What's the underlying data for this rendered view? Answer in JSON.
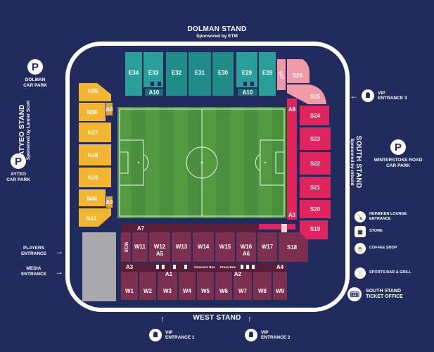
{
  "stands": {
    "dolman": {
      "title": "DOLMAN STAND",
      "sponsor": "Sponsored by ETM"
    },
    "atyeo": {
      "title": "ATYEO STAND",
      "sponsor": "Sponsored by Lancer Scott"
    },
    "south": {
      "title": "SOUTH STAND",
      "sponsor": "Sponsored by drbuild"
    },
    "west": {
      "title": "WEST STAND"
    }
  },
  "blocks": {
    "east": [
      "E34",
      "E33",
      "E32",
      "E31",
      "E30",
      "E29",
      "E28"
    ],
    "east_access": [
      "A10",
      "A10"
    ],
    "north": [
      "N35",
      "N36",
      "N37",
      "N38",
      "N39",
      "N40",
      "N41"
    ],
    "north_access": [
      "A8",
      "A9"
    ],
    "south": [
      "S27",
      "S26",
      "S25",
      "S24",
      "S23",
      "S22",
      "S21",
      "S20",
      "S19",
      "S18"
    ],
    "south_access": [
      "A8",
      "A3"
    ],
    "west_upper": [
      "W10",
      "W11",
      "W12",
      "W13",
      "W14",
      "W15",
      "W16",
      "W17"
    ],
    "west_upper_access": [
      "A7",
      "A5",
      "A6"
    ],
    "west_lower": [
      "W1",
      "W2",
      "W3",
      "W4",
      "W5",
      "W6",
      "W7",
      "W8",
      "W9"
    ],
    "west_concourse": [
      "A3",
      "A1",
      "A2",
      "A4"
    ],
    "west_concourse_labels": [
      "Directors Box",
      "Press Box"
    ]
  },
  "labels": {
    "dolman_car_park": [
      "DOLMAN",
      "CAR PARK"
    ],
    "atyeo_car_park": [
      "AYTEO",
      "CAR PARK"
    ],
    "winterstoke_car_park": [
      "WINTERSTOKE ROAD",
      "CAR PARK"
    ],
    "players_entrance": [
      "PLAYERS",
      "ENTRANCE"
    ],
    "media_entrance": [
      "MEDIA",
      "ENTRANCE"
    ],
    "vip_entrance_3": [
      "VIP",
      "ENTRANCE 3"
    ],
    "vip_entrance_1": [
      "VIP",
      "ENTRANCE 1"
    ],
    "vip_entrance_2": [
      "VIP",
      "ENTRANCE 2"
    ],
    "heineken_lounge": [
      "HEINEKEN LOUNGE",
      "ENTRANCE"
    ],
    "store": "STORE",
    "coffee_shop": "COFFEE SHOP",
    "sports_bar": "SPORTS BAR & GRILL",
    "south_ticket_office": [
      "SOUTH STAND",
      "TICKET OFFICE"
    ],
    "parking_symbol": "P"
  },
  "colors": {
    "background": "#222b5e",
    "pitch": "#4a8f3e",
    "dolman": "#2a9e99",
    "atyeo": "#f2b632",
    "south_dark": "#e0245e",
    "south_light": "#f09aa8",
    "west": "#7c2f4e",
    "concourse": "#5a1f38",
    "grey_area": "#a9a9ad"
  },
  "icons": [
    "parking-icon",
    "vip-icon",
    "heineken-icon",
    "store-icon",
    "coffee-icon",
    "sports-bar-icon",
    "ticket-icon",
    "arrow-icon"
  ]
}
